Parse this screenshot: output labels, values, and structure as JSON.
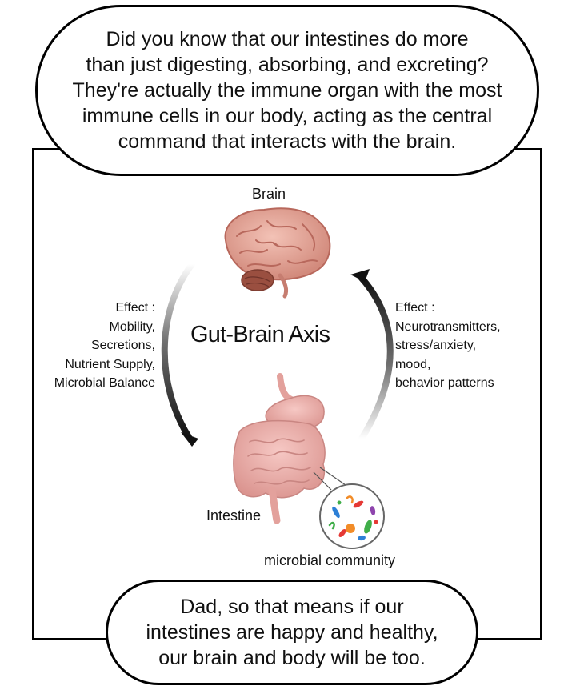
{
  "top_bubble": {
    "lines": [
      "Did you know that our intestines do more",
      "than just digesting, absorbing, and excreting?",
      "They're actually the immune organ with the most",
      "immune cells in our body, acting as the central",
      "command that interacts with the brain."
    ]
  },
  "diagram": {
    "brain_label": "Brain",
    "title": "Gut-Brain Axis",
    "intestine_label": "Intestine",
    "microbe_label": "microbial community",
    "left_effect": {
      "heading": "Effect :",
      "items": [
        "Mobility,",
        "Secretions,",
        "Nutrient Supply,",
        "Microbial Balance"
      ]
    },
    "right_effect": {
      "heading": "Effect :",
      "items": [
        "Neurotransmitters,",
        "stress/anxiety,",
        "mood,",
        "behavior patterns"
      ]
    }
  },
  "bottom_bubble": {
    "lines": [
      "Dad, so that means if our",
      "intestines are happy and healthy,",
      "our brain and body will be too."
    ]
  },
  "colors": {
    "brain": "#e6a79a",
    "brain_dark": "#b8685c",
    "intestine": "#ebaaa6",
    "arrow": "#111111"
  }
}
